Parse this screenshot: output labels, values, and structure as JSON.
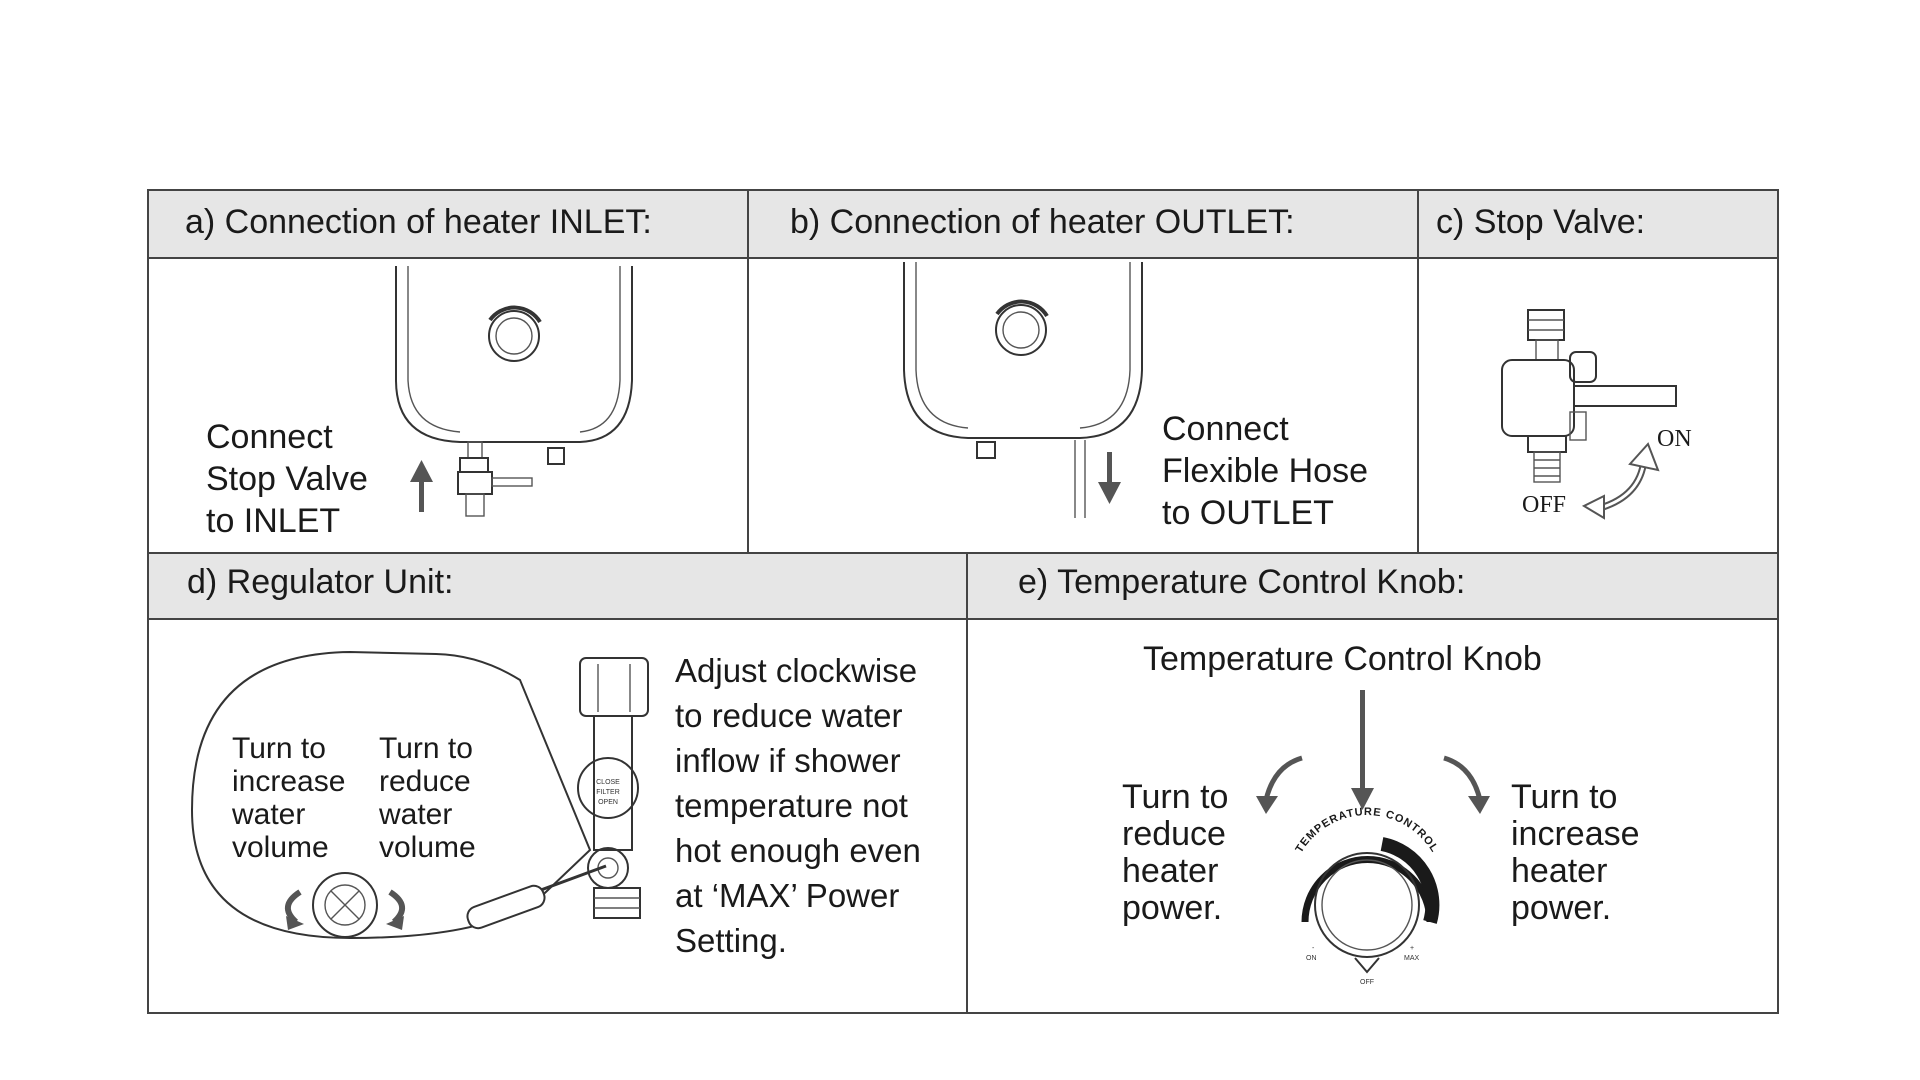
{
  "panels": {
    "a": {
      "title": "a) Connection of heater INLET:",
      "label_lines": [
        "Connect",
        "Stop Valve",
        "to INLET"
      ]
    },
    "b": {
      "title": "b) Connection of heater OUTLET:",
      "label_lines": [
        "Connect",
        "Flexible Hose",
        "to OUTLET"
      ]
    },
    "c": {
      "title": "c) Stop Valve:",
      "on_label": "ON",
      "off_label": "OFF"
    },
    "d": {
      "title": "d) Regulator Unit:",
      "left_lines": [
        "Turn to",
        "increase",
        "water",
        "volume"
      ],
      "right_lines": [
        "Turn to",
        "reduce",
        "water",
        "volume"
      ],
      "body_lines": [
        "Adjust clockwise",
        "to reduce water",
        "inflow if shower",
        "temperature not",
        "hot enough even",
        "at ‘MAX’ Power",
        "Setting."
      ],
      "valve_labels": [
        "CLOSE",
        "FILTER",
        "OPEN"
      ]
    },
    "e": {
      "title": "e) Temperature Control Knob:",
      "heading": "Temperature Control Knob",
      "left_lines": [
        "Turn to",
        "reduce",
        "heater",
        "power."
      ],
      "right_lines": [
        "Turn to",
        "increase",
        "heater",
        "power."
      ],
      "dial_arc_text": "TEMPERATURE CONTROL",
      "dial_on": "ON",
      "dial_max": "MAX",
      "dial_off": "OFF",
      "dial_minus": "-",
      "dial_plus": "+"
    }
  },
  "colors": {
    "header_bg": "#e6e6e6",
    "border": "#444444",
    "arrow": "#555555"
  }
}
